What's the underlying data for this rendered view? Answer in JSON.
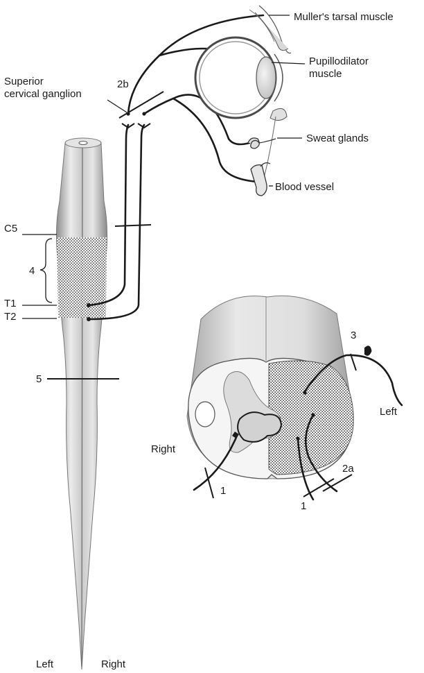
{
  "labels": {
    "muller": "Muller's tarsal muscle",
    "pupillo_1": "Pupillodilator",
    "pupillo_2": "muscle",
    "sweat": "Sweat glands",
    "blood": "Blood vessel",
    "sup_1": "Superior",
    "sup_2": "cervical ganglion",
    "c5": "C5",
    "t1": "T1",
    "t2": "T2",
    "spinal_left": "Left",
    "spinal_right": "Right",
    "cs_left": "Left",
    "cs_right": "Right"
  },
  "markers": {
    "m1_left": "1",
    "m1_right": "1",
    "m2a": "2a",
    "m2b": "2b",
    "m3": "3",
    "m4": "4",
    "m5": "5"
  },
  "icons": [
    "eye-illustration",
    "sweat-gland-icon",
    "blood-vessel-icon",
    "ganglion-icon"
  ]
}
